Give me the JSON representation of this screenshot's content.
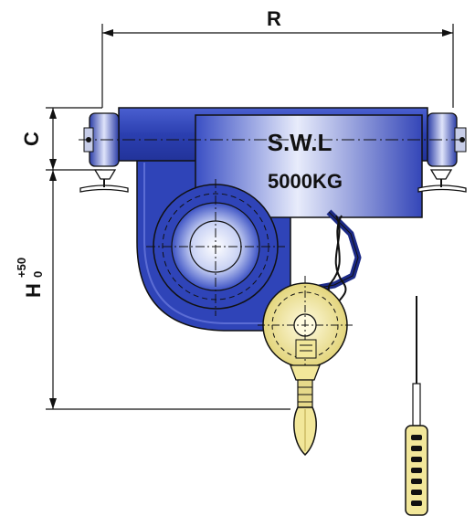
{
  "dimensions": {
    "width_label": "R",
    "side_label": "C",
    "height_label": "H",
    "height_tolerance_upper": "+50",
    "height_tolerance_lower": "0"
  },
  "plate": {
    "line1": "S.W.L",
    "line2": "5000KG"
  },
  "colors": {
    "body_blue": "#2f44b8",
    "body_blue_dark": "#1c2a86",
    "hook_yellow": "#f2e79a",
    "hook_yellow_dark": "#b9a64a",
    "line_black": "#111111"
  }
}
